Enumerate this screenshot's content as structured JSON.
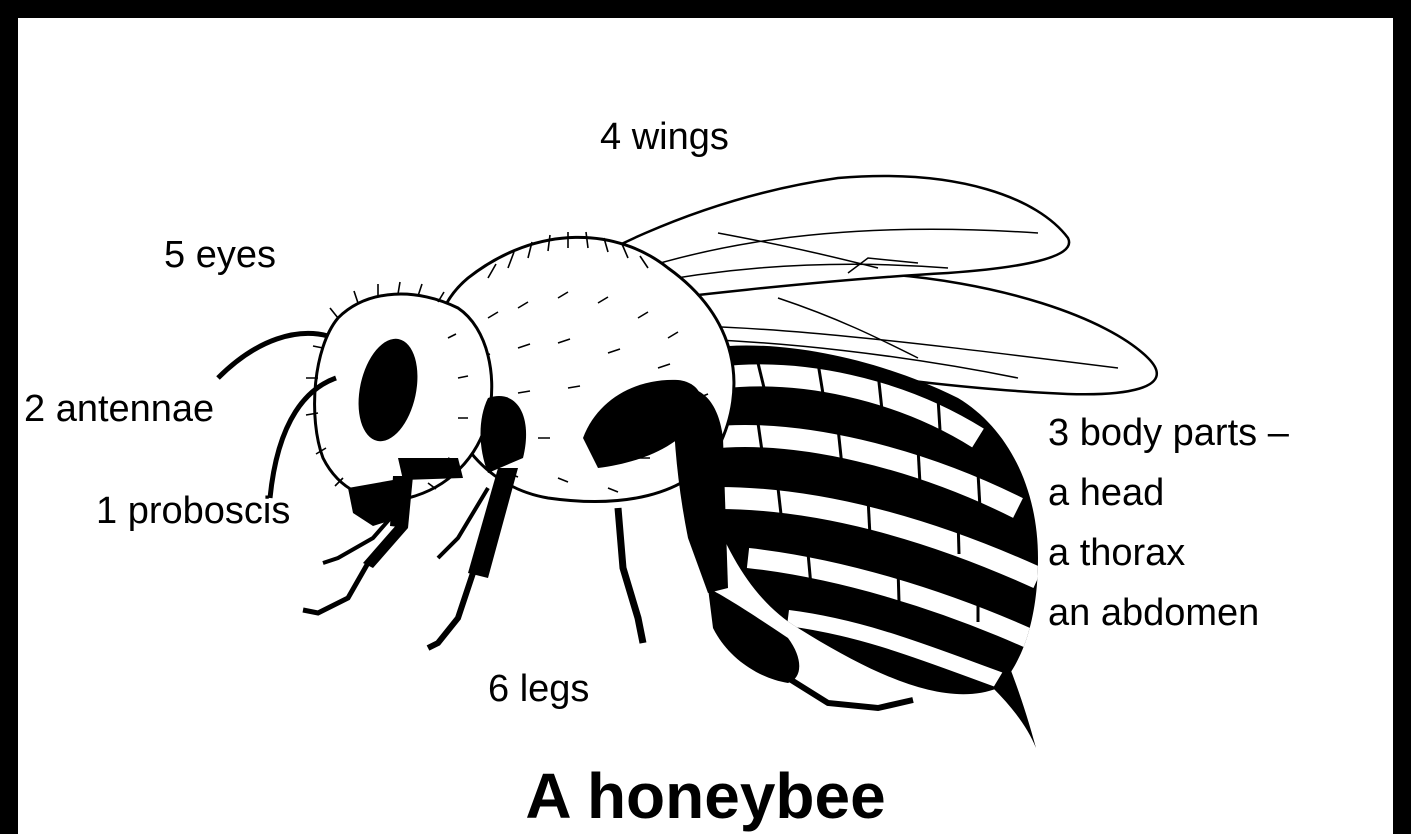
{
  "diagram": {
    "title": "A honeybee",
    "labels": {
      "wings": "4 wings",
      "eyes": "5 eyes",
      "antennae": "2 antennae",
      "proboscis": "1 proboscis",
      "legs": "6 legs",
      "body_parts": "3 body parts –",
      "head": "a head",
      "thorax": "a thorax",
      "abdomen": "an abdomen"
    }
  },
  "colors": {
    "border": "#000000",
    "background": "#ffffff",
    "ink": "#000000"
  }
}
